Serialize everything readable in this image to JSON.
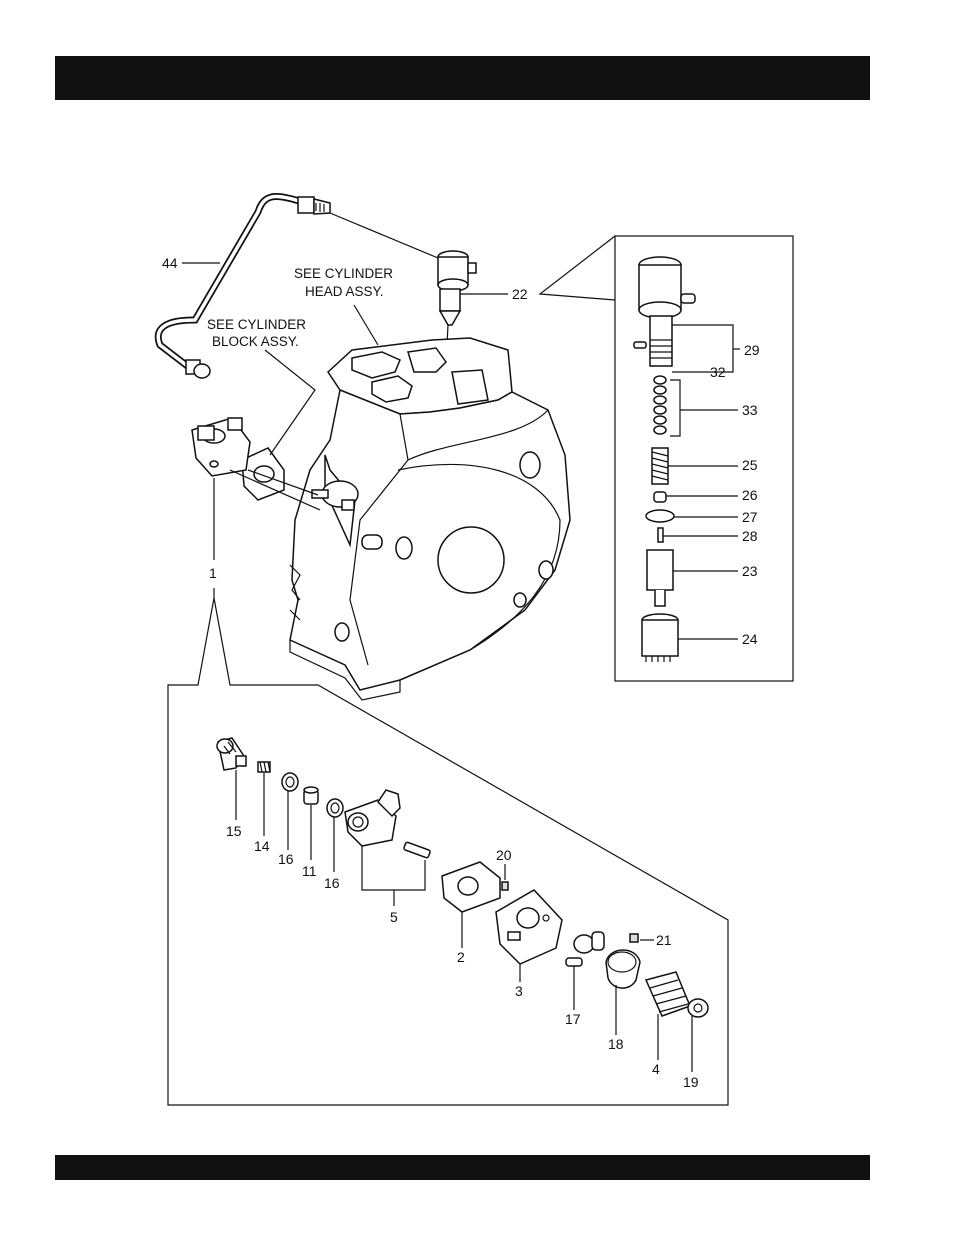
{
  "header": {
    "title": ""
  },
  "footer": {
    "text": ""
  },
  "notes": {
    "cylinder_head": [
      "SEE CYLINDER",
      "HEAD ASSY."
    ],
    "cylinder_block": [
      "SEE CYLINDER",
      "BLOCK ASSY."
    ]
  },
  "callouts": {
    "c44": "44",
    "c22": "22",
    "c1": "1",
    "c29": "29",
    "c32": "32",
    "c33": "33",
    "c25": "25",
    "c26": "26",
    "c27": "27",
    "c28": "28",
    "c23": "23",
    "c24": "24",
    "c15": "15",
    "c14": "14",
    "c16a": "16",
    "c11": "11",
    "c16b": "16",
    "c5": "5",
    "c20": "20",
    "c2": "2",
    "c3": "3",
    "c21": "21",
    "c17": "17",
    "c18": "18",
    "c4": "4",
    "c19": "19"
  }
}
